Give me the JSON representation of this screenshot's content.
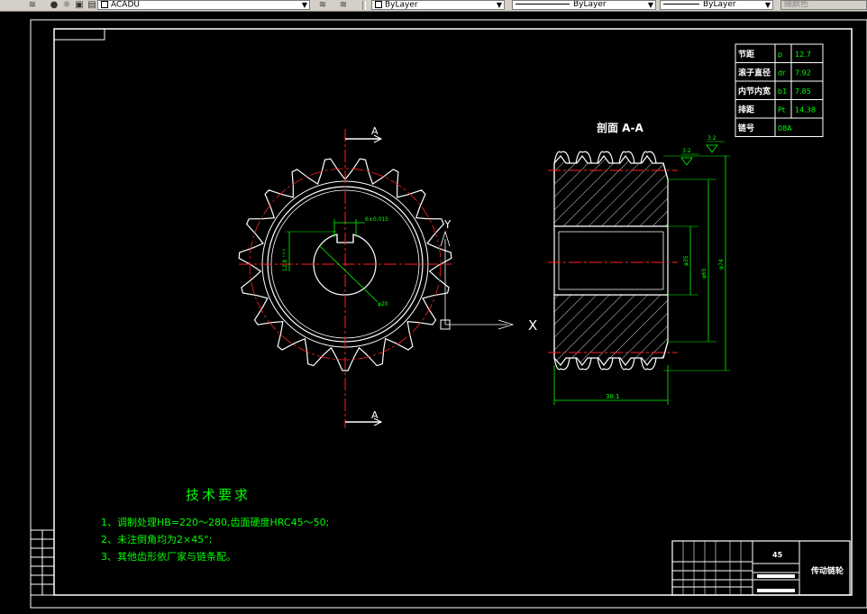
{
  "toolbar": {
    "layer_name": "ACADU",
    "color_value": "ByLayer",
    "linetype_value": "ByLayer",
    "lineweight_value": "ByLayer",
    "plotstyle_value": "随颜色"
  },
  "drawing": {
    "section_title": "剖面 A-A",
    "section_mark_top": "A",
    "section_mark_bottom": "A",
    "axis_x": "X",
    "axis_y": "Y",
    "dim_keyway": "6±0.015",
    "dim_keyway_depth": "12.8 ⁺⁰·¹",
    "dim_bore": "φ20",
    "dim_width": "38.1",
    "dim_hub": "φ35",
    "dim_root": "φ65",
    "dim_outer": "φ74",
    "dim_chamfer_a": "3.2",
    "dim_chamfer_b": "3.2"
  },
  "param_table": {
    "rows": [
      {
        "label": "节距",
        "symbol": "p",
        "value": "12.7"
      },
      {
        "label": "滚子直径",
        "symbol": "dr",
        "value": "7.92"
      },
      {
        "label": "内节内宽",
        "symbol": "b1",
        "value": "7.85"
      },
      {
        "label": "排距",
        "symbol": "Pt",
        "value": "14.38"
      },
      {
        "label": "链号",
        "symbol": "08A",
        "value": ""
      }
    ]
  },
  "tech_req": {
    "title": "技术要求",
    "items": [
      "1、调制处理HB=220～280,齿面硬度HRC45～50;",
      "2、未注倒角均为2×45°;",
      "3、其他齿形依厂家与链条配。"
    ]
  },
  "title_block": {
    "part_name": "传动链轮",
    "material": "45"
  },
  "colors": {
    "outline": "#ffffff",
    "center_line": "#ff2020",
    "dimension": "#00ff00",
    "text_green": "#00ff00",
    "hatch": "#ffffff"
  }
}
